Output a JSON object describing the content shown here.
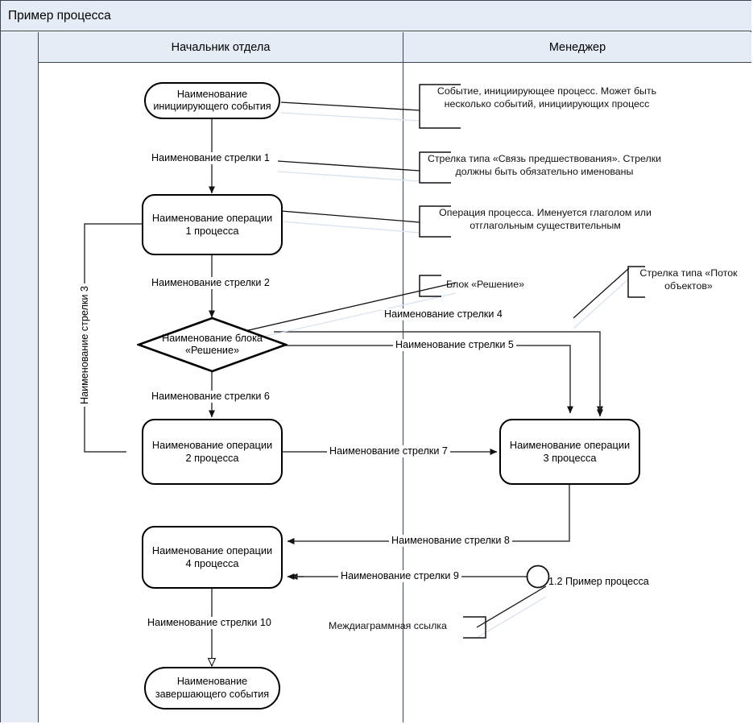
{
  "diagram": {
    "title": "Пример процесса",
    "lanes": [
      {
        "id": "lane1",
        "label": "Начальник отдела"
      },
      {
        "id": "lane2",
        "label": "Менеджер"
      }
    ],
    "nodes": {
      "start_event": {
        "line1": "Наименование",
        "line2": "инициирующего события"
      },
      "task1": {
        "line1": "Наименование операции",
        "line2": "1 процесса"
      },
      "decision": {
        "line1": "Наименование блока",
        "line2": "«Решение»"
      },
      "task2": {
        "line1": "Наименование операции",
        "line2": "2 процесса"
      },
      "task3": {
        "line1": "Наименование операции",
        "line2": "3 процесса"
      },
      "task4": {
        "line1": "Наименование операции",
        "line2": "4 процесса"
      },
      "end_event": {
        "line1": "Наименование",
        "line2": "завершающего события"
      },
      "offpage_ref": {
        "label": "1.2 Пример процесса"
      }
    },
    "edge_labels": {
      "arrow1": "Наименование стрелки 1",
      "arrow2": "Наименование стрелки 2",
      "arrow3": "Наименование стрелки 3",
      "arrow4": "Наименование стрелки 4",
      "arrow5": "Наименование стрелки 5",
      "arrow6": "Наименование стрелки 6",
      "arrow7": "Наименование стрелки 7",
      "arrow8": "Наименование стрелки 8",
      "arrow9": "Наименование стрелки 9",
      "arrow10": "Наименование стрелки 10"
    },
    "notes": {
      "note_start": "Событие, инициирующее процесс. Может быть несколько событий, инициирующих процесс",
      "note_sequence_flow": "Стрелка типа «Связь предшествования». Стрелки должны быть обязательно именованы",
      "note_operation": "Операция процесса. Именуется глаголом или отглагольным существительным",
      "note_decision": "Блок «Решение»",
      "note_object_flow": "Стрелка типа «Поток объектов»",
      "note_interdiagram_link": "Междиаграммная ссылка"
    },
    "colors": {
      "header_fill": "#e6ecf6",
      "frame_stroke": "#3c4552",
      "node_stroke": "#000000",
      "edge_stroke": "#3a3a3a",
      "leader_ghost": "#d6e2f2"
    }
  }
}
